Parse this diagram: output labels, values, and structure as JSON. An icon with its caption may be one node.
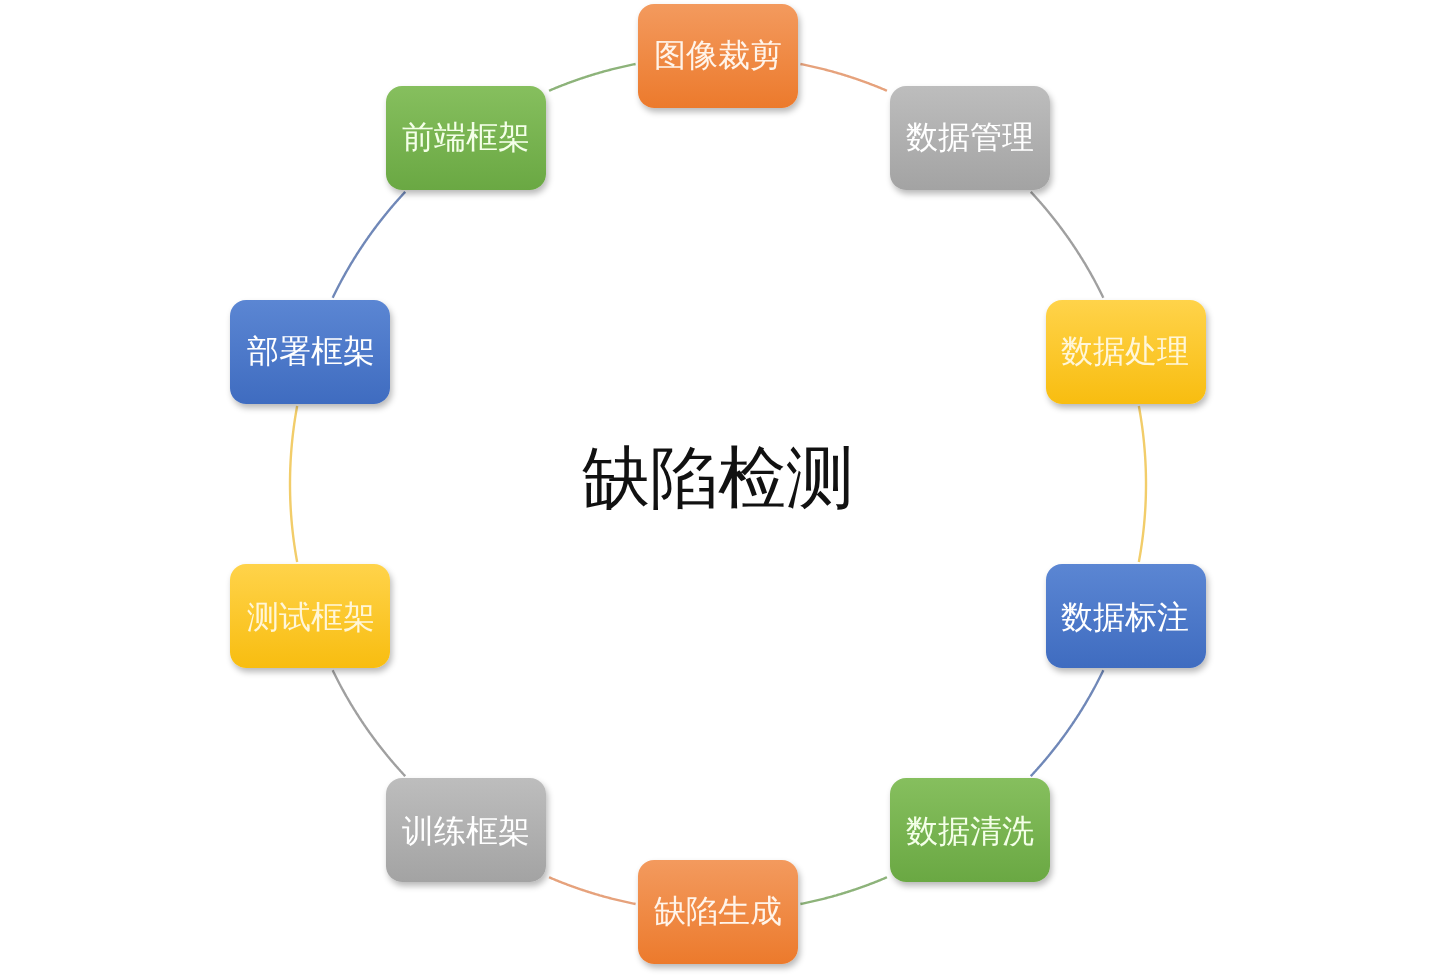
{
  "diagram": {
    "nodes": [
      {
        "text": [
          "图像裁剪"
        ]
      },
      {
        "text": [
          "数据管理"
        ]
      },
      {
        "text": [
          "数据处理"
        ]
      },
      {
        "text": [
          "数据标注"
        ]
      },
      {
        "text": [
          "数据清洗"
        ]
      },
      {
        "text": [
          "缺陷生成"
        ]
      },
      {
        "text": [
          "训练框架"
        ]
      },
      {
        "text": [
          "测试框架"
        ]
      },
      {
        "text": [
          "部署框架"
        ]
      },
      {
        "text": [
          "前端框架"
        ]
      }
    ],
    "edges": [
      {
        "from": 0,
        "to": 1,
        "arrow": "none",
        "color": "#e6a27c"
      },
      {
        "from": 1,
        "to": 2,
        "arrow": "none",
        "color": "#a0a0a0"
      },
      {
        "from": 2,
        "to": 3,
        "arrow": "none",
        "color": "#f2cd6a"
      },
      {
        "from": 3,
        "to": 4,
        "arrow": "none",
        "color": "#7088b8"
      },
      {
        "from": 4,
        "to": 5,
        "arrow": "none",
        "color": "#8db37a"
      },
      {
        "from": 5,
        "to": 6,
        "arrow": "none",
        "color": "#e6a27c"
      },
      {
        "from": 6,
        "to": 7,
        "arrow": "none",
        "color": "#a0a0a0"
      },
      {
        "from": 7,
        "to": 8,
        "arrow": "none",
        "color": "#f2cd6a"
      },
      {
        "from": 8,
        "to": 9,
        "arrow": "none",
        "color": "#7088b8"
      },
      {
        "from": 9,
        "to": 0,
        "arrow": "none",
        "color": "#8db37a"
      }
    ],
    "labels": [
      "缺陷检测"
    ]
  }
}
